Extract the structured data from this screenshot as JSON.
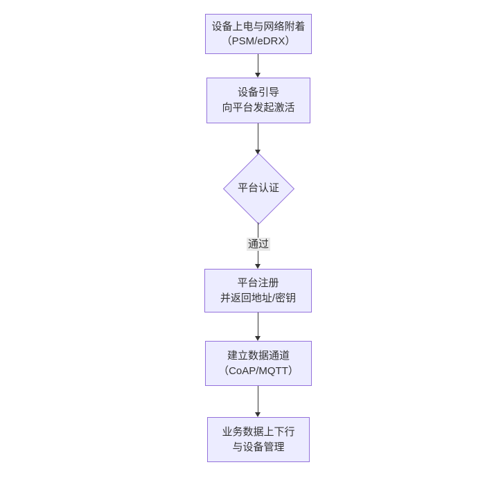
{
  "diagram": {
    "type": "flowchart-vertical",
    "colors": {
      "node_fill": "#ECECFF",
      "node_border": "#9370DB",
      "node_text": "#333333",
      "edge_line": "#333333",
      "edge_label_bg": "#e8e8e8",
      "background": "#ffffff"
    },
    "nodes": [
      {
        "id": "A",
        "shape": "rect",
        "lines": [
          "设备上电与网络附着",
          "（PSM/eDRX）"
        ]
      },
      {
        "id": "B",
        "shape": "rect",
        "lines": [
          "设备引导",
          "向平台发起激活"
        ]
      },
      {
        "id": "C",
        "shape": "diamond",
        "lines": [
          "平台认证"
        ]
      },
      {
        "id": "D",
        "shape": "rect",
        "lines": [
          "平台注册",
          "并返回地址/密钥"
        ]
      },
      {
        "id": "E",
        "shape": "rect",
        "lines": [
          "建立数据通道",
          "（CoAP/MQTT）"
        ]
      },
      {
        "id": "F",
        "shape": "rect",
        "lines": [
          "业务数据上下行",
          "与设备管理"
        ]
      }
    ],
    "edges": [
      {
        "from": "A",
        "to": "B",
        "label": ""
      },
      {
        "from": "B",
        "to": "C",
        "label": ""
      },
      {
        "from": "C",
        "to": "D",
        "label": "通过"
      },
      {
        "from": "D",
        "to": "E",
        "label": ""
      },
      {
        "from": "E",
        "to": "F",
        "label": ""
      }
    ]
  }
}
